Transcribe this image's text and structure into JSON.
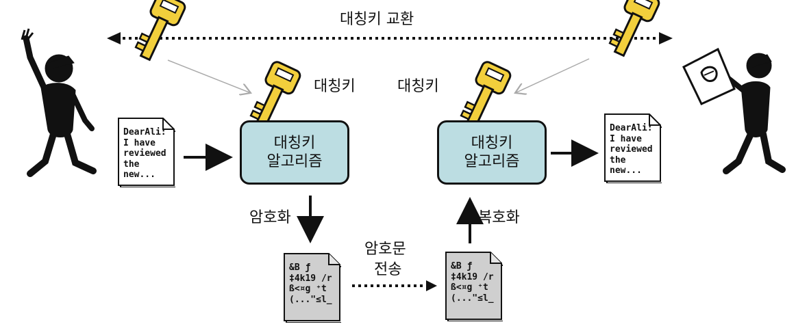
{
  "labels": {
    "key_exchange": "대칭키 교환",
    "sym_key_left": "대칭키",
    "sym_key_right": "대칭키",
    "encrypt": "암호화",
    "decrypt": "복호화",
    "transmit_line1": "암호문",
    "transmit_line2": "전송"
  },
  "algorithm_left": {
    "line1": "대칭키",
    "line2": "알고리즘"
  },
  "algorithm_right": {
    "line1": "대칭키",
    "line2": "알고리즘"
  },
  "plaintext_lines": [
    "DearAli:",
    "I have",
    "reviewed",
    "the new..."
  ],
  "ciphertext_lines": [
    "&B ƒ",
    "‡4k19 /r",
    "ß<¤g ⁺t",
    "(...\"≤l_"
  ],
  "colors": {
    "key_fill": "#f2cf3c",
    "algo_fill": "#bcdde2",
    "ciphertext_fill": "#cfcfcf",
    "plaintext_fill": "#ffffff"
  },
  "icons": [
    "person-left-figure",
    "person-right-figure",
    "key-icon"
  ]
}
